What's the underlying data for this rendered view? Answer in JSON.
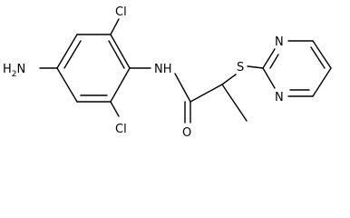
{
  "structure": {
    "atoms": {
      "amine": "H2N",
      "amine_H": "H",
      "amine_sub": "2",
      "amine_N": "N",
      "chlorine_top": "Cl",
      "chlorine_bottom": "Cl",
      "amide_nh": "NH",
      "carbonyl_o": "O",
      "thioether_s": "S",
      "pyrimidine_n_top": "N",
      "pyrimidine_n_bottom": "N"
    }
  }
}
